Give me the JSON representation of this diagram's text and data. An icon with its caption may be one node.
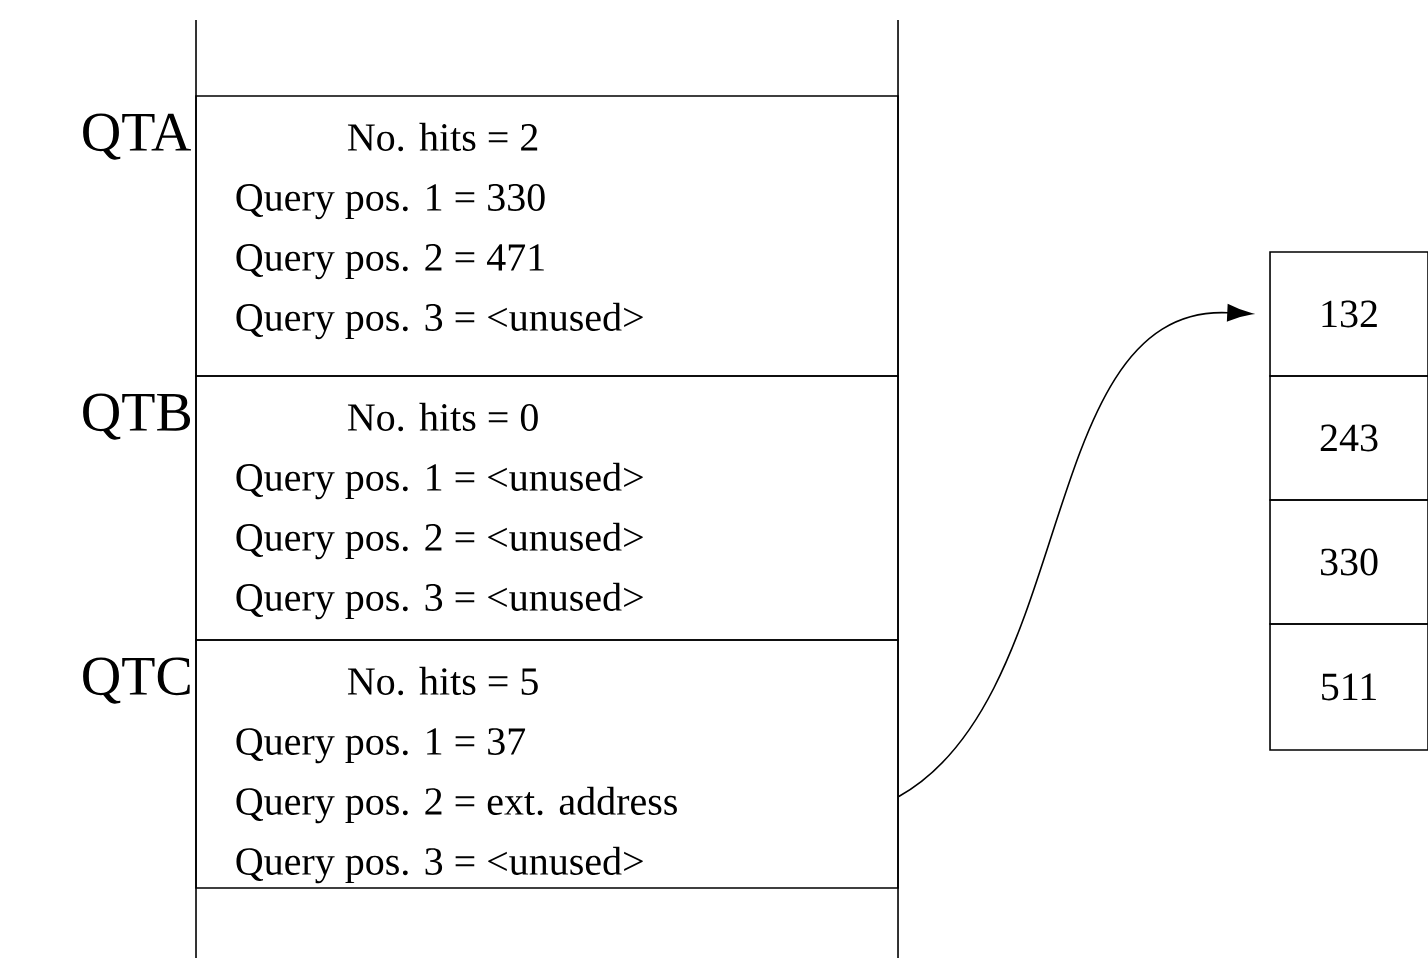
{
  "diagram": {
    "nodes": [
      {
        "text": [
          "No. hits = 2",
          "Query pos. 1 = 330",
          "Query pos. 2 = 471",
          "Query pos. 3 = <unused>"
        ],
        "beside": [
          "QTA"
        ]
      },
      {
        "text": [
          "No. hits = 0",
          "Query pos. 1 = <unused>",
          "Query pos. 2 = <unused>",
          "Query pos. 3 = <unused>"
        ],
        "beside": [
          "QTB"
        ]
      },
      {
        "text": [
          "No. hits = 5",
          "Query pos. 1 = 37",
          "Query pos. 2 = ext. address",
          "Query pos. 3 = <unused>"
        ],
        "beside": [
          "QTC"
        ]
      },
      {
        "text": [
          "132"
        ]
      },
      {
        "text": [
          "243"
        ]
      },
      {
        "text": [
          "330"
        ]
      },
      {
        "text": [
          "511"
        ]
      }
    ],
    "edges": [
      {
        "from": 2,
        "to": 3,
        "arrow": "to"
      }
    ]
  }
}
